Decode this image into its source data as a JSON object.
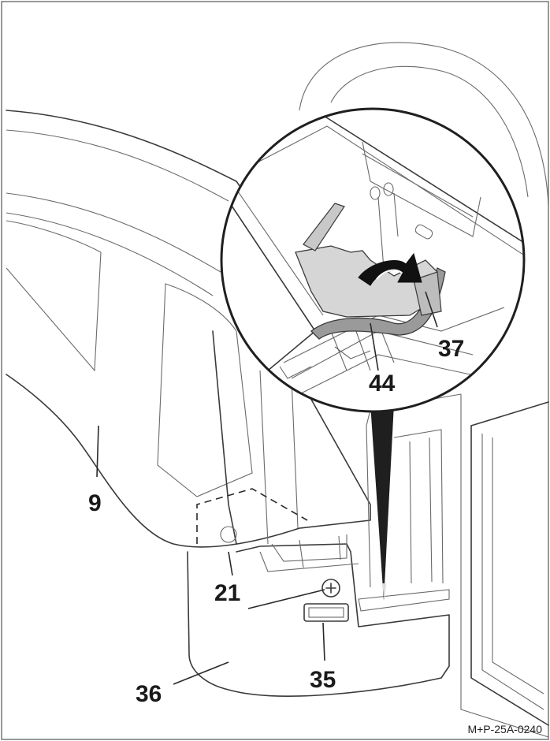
{
  "callouts": {
    "c9": "9",
    "c21": "21",
    "c35": "35",
    "c36": "36",
    "c37": "37",
    "c44": "44"
  },
  "figure_code": "M+P-25A-0240"
}
